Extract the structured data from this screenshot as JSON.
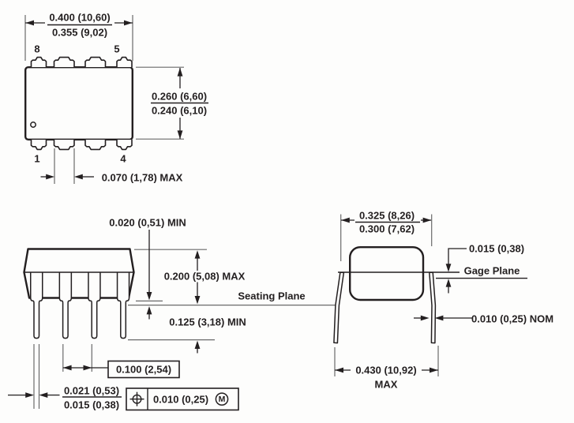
{
  "colors": {
    "ink": "#231f20",
    "thin_line": "#6a6a6a"
  },
  "drawing": {
    "top_view": {
      "dim_body_length_max": "0.400 (10,60)",
      "dim_body_length_min": "0.355 (9,02)",
      "pin_top_left": "8",
      "pin_top_right": "5",
      "pin_bottom_left": "1",
      "pin_bottom_right": "4",
      "dim_body_width_max": "0.260 (6,60)",
      "dim_body_width_min": "0.240 (6,10)",
      "dim_shoulder_width": "0.070 (1,78) MAX"
    },
    "front_view": {
      "dim_standoff": "0.020 (0,51) MIN",
      "dim_body_height": "0.200 (5,08) MAX",
      "seating_plane_label": "Seating Plane",
      "dim_lead_below_seating": "0.125 (3,18) MIN",
      "dim_lead_pitch": "0.100 (2,54)",
      "dim_lead_width_max": "0.021 (0,53)",
      "dim_lead_width_min": "0.015 (0,38)",
      "position_tolerance": "0.010 (0,25)",
      "tolerance_modifier": "M"
    },
    "side_view": {
      "dim_row_spacing_max": "0.325 (8,26)",
      "dim_row_spacing_min": "0.300 (7,62)",
      "dim_gage_plane_offset": "0.015 (0,38)",
      "gage_plane_label": "Gage Plane",
      "dim_lead_thickness": "0.010 (0,25) NOM",
      "dim_overall_spread": "0.430 (10,92)",
      "dim_overall_spread_qualifier": "MAX"
    }
  }
}
